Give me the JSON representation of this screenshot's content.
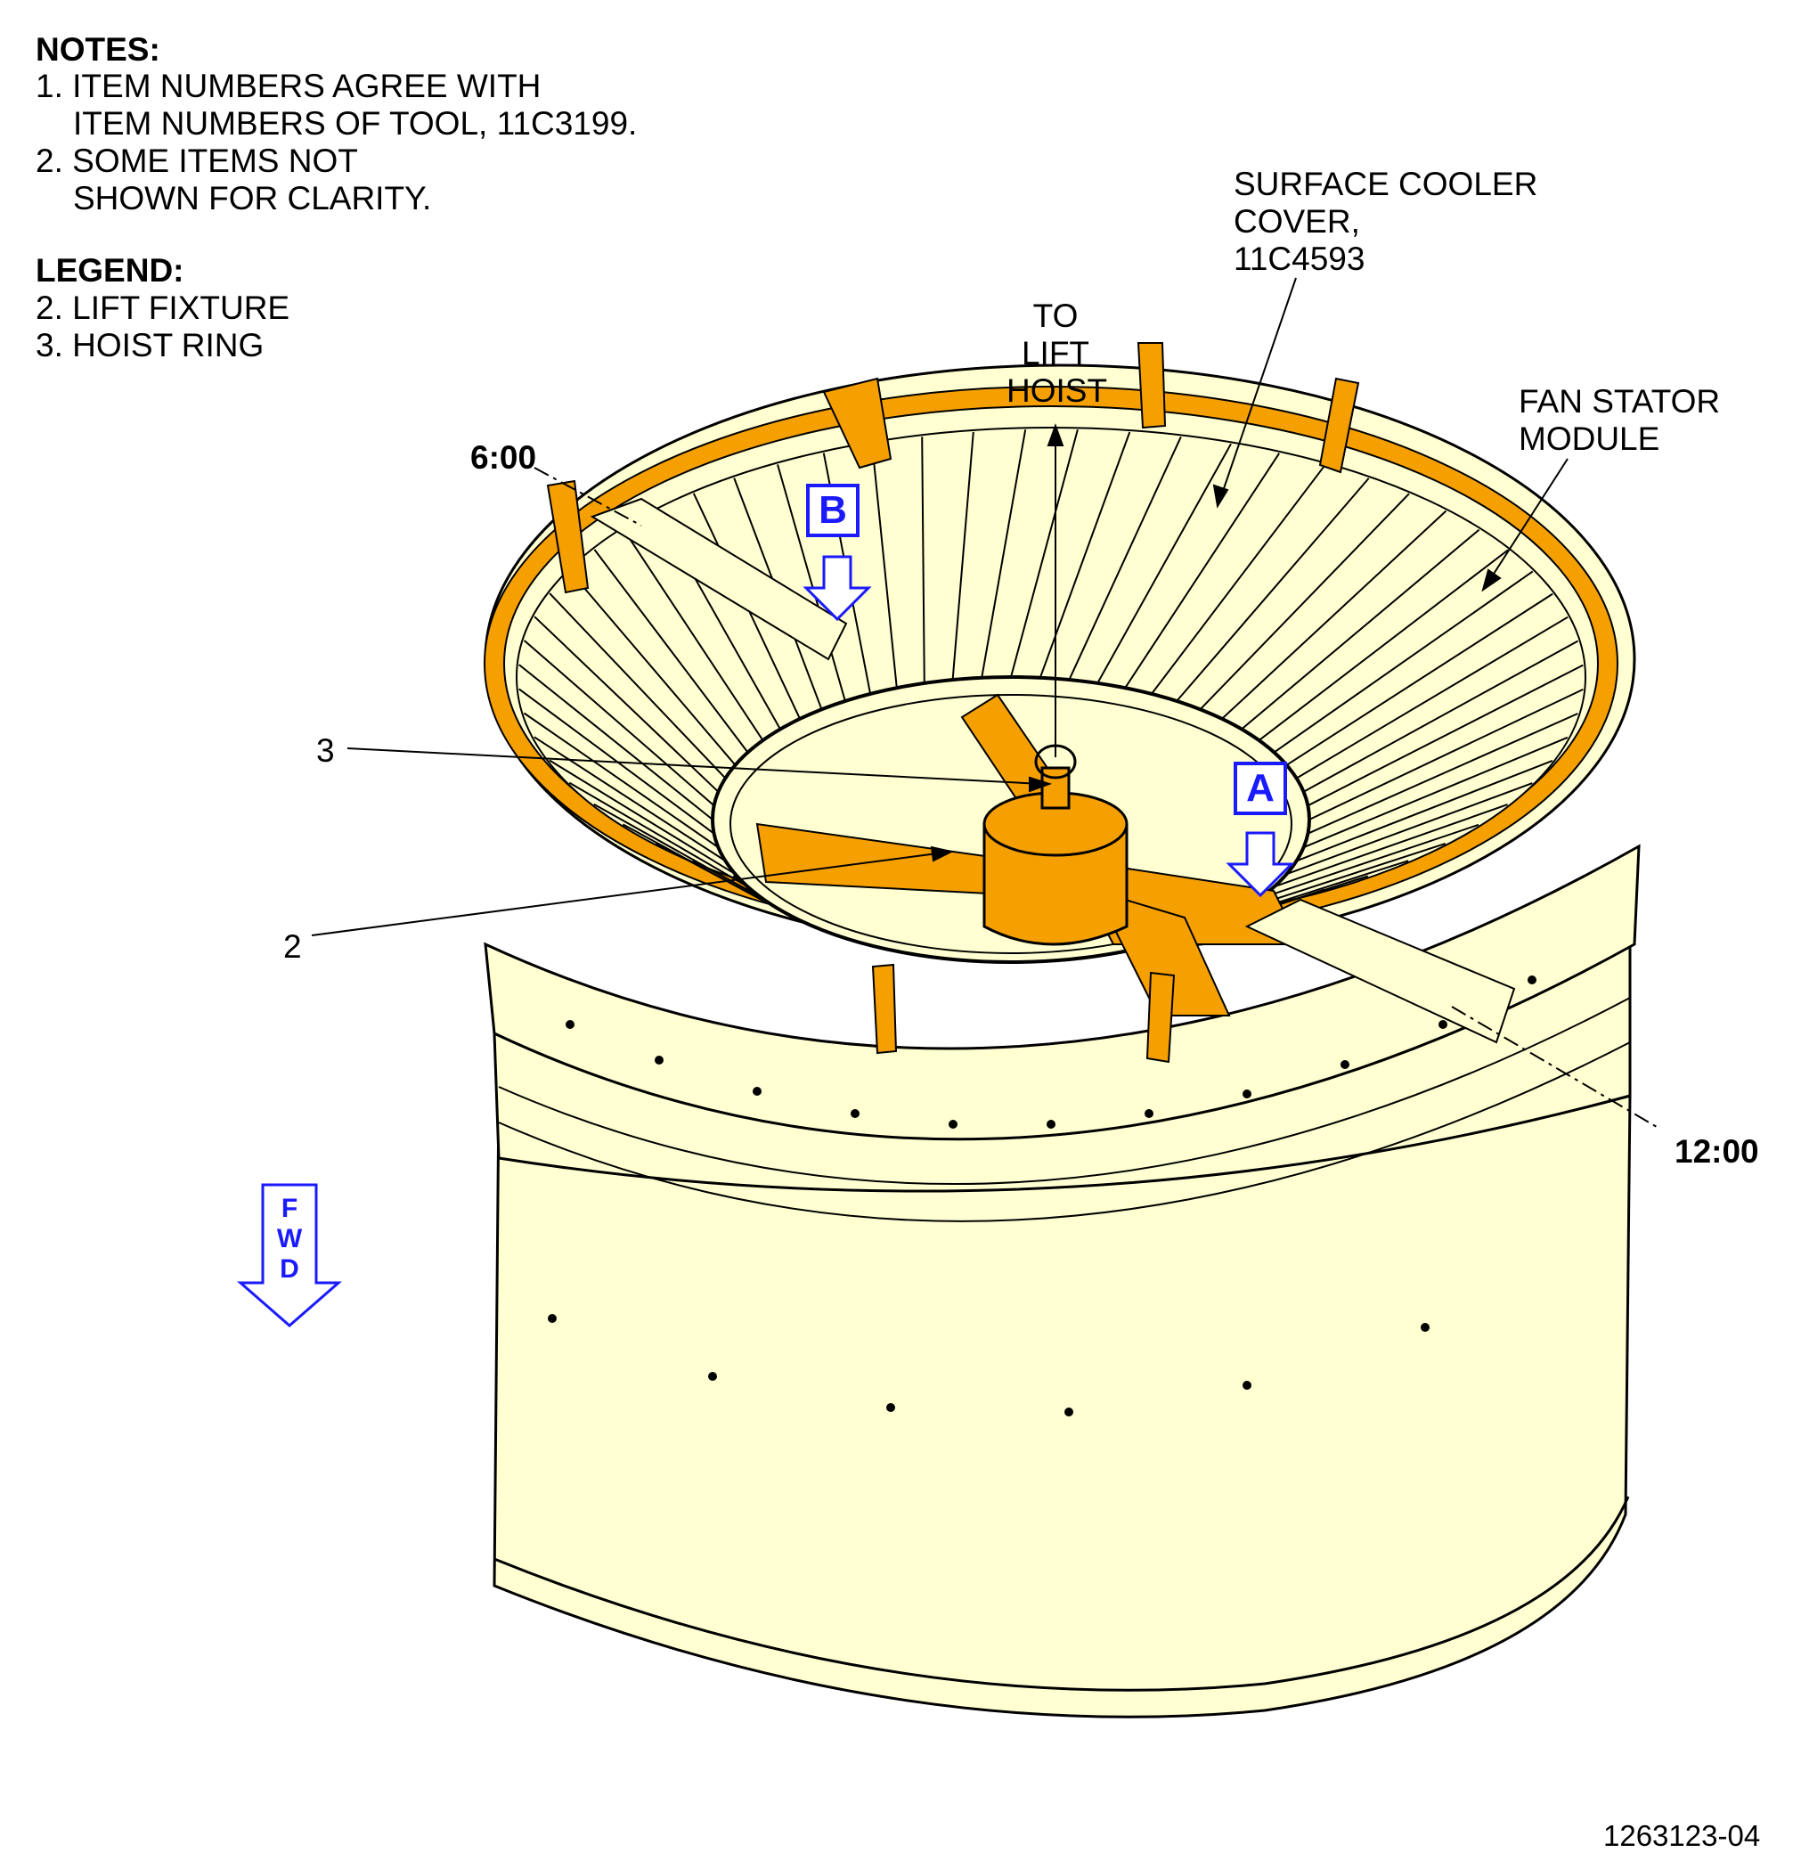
{
  "notes": {
    "heading": "NOTES:",
    "items": [
      {
        "num": "1.",
        "line1": "ITEM NUMBERS AGREE WITH",
        "line2": "ITEM NUMBERS OF TOOL, 11C3199."
      },
      {
        "num": "2.",
        "line1": "SOME ITEMS NOT",
        "line2": "SHOWN FOR CLARITY."
      }
    ]
  },
  "legend": {
    "heading": "LEGEND:",
    "items": [
      "2. LIFT FIXTURE",
      "3. HOIST RING"
    ]
  },
  "callouts": {
    "hoist": [
      "TO",
      "LIFT",
      "HOIST"
    ],
    "cooler": [
      "SURFACE COOLER",
      "COVER,",
      "11C4593"
    ],
    "stator": [
      "FAN STATOR",
      "MODULE"
    ],
    "six": "6:00",
    "twelve": "12:00",
    "item3": "3",
    "item2": "2"
  },
  "views": {
    "a": "A",
    "b": "B"
  },
  "fwd": [
    "F",
    "W",
    "D"
  ],
  "figure_id": "1263123-04",
  "colors": {
    "fixture": "#f5a000",
    "casing": "#ffffd2",
    "view_arrow": "#1a1aff",
    "outline": "#000000"
  }
}
